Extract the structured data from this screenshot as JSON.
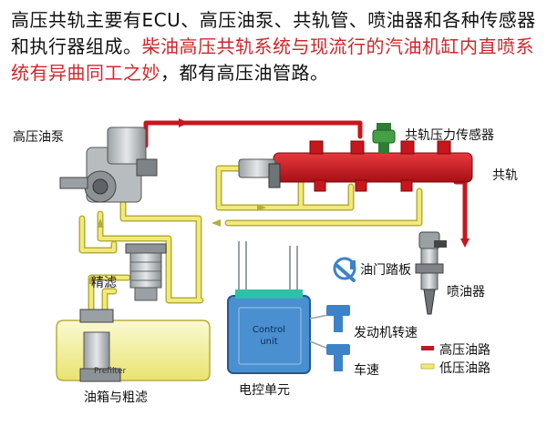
{
  "intro": {
    "black_text": "高压共轨主要有ECU、高压油泵、共轨管、喷油器和各种传感器和执行器组成。",
    "red_text": "柴油高压共轨系统与现流行的汽油机缸内直喷系统有异曲同工之妙",
    "tail_text": "，都有高压油管路。"
  },
  "labels": {
    "pump": "高压油泵",
    "rail_sensor": "共轨压力传感器",
    "rail": "共轨",
    "throttle": "油门踏板",
    "injector": "喷油器",
    "filter": "精滤",
    "engine_speed": "发动机转速",
    "vehicle_speed": "车速",
    "tank": "油箱与粗滤",
    "ecu": "电控单元",
    "ecu_text_line1": "Control",
    "ecu_text_line2": "unit",
    "prefilter": "Prefilter"
  },
  "legend": {
    "high": {
      "label": "高压油路",
      "color": "#c8161d"
    },
    "low": {
      "label": "低压油路",
      "color": "#f2ea78"
    }
  },
  "colors": {
    "high_pressure": "#c8161d",
    "low_pressure": "#f2ea78",
    "low_outline": "#b5ad3a",
    "ecu_blue": "#4a8fd0",
    "sensor_blue": "#3c83c7"
  }
}
